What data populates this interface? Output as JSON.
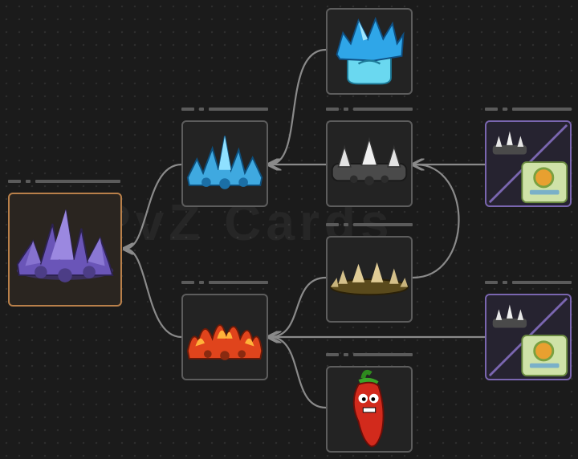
{
  "watermark": "PvZ Cards",
  "colors": {
    "background": "#1b1b1b",
    "card_border": "#5d5d5d",
    "root_border": "#b9804a",
    "combo_border": "#7a66b0",
    "connector": "#8a8a8a"
  },
  "nodes": [
    {
      "id": "amethyst-crown",
      "icon": "amethyst-crystal-crown-icon",
      "kind": "root"
    },
    {
      "id": "ice-crown",
      "icon": "ice-crystal-crown-icon",
      "kind": "normal"
    },
    {
      "id": "fire-crown",
      "icon": "fire-crown-icon",
      "kind": "normal"
    },
    {
      "id": "iceberg-lettuce",
      "icon": "iceberg-lettuce-icon",
      "kind": "normal"
    },
    {
      "id": "iron-spikerock",
      "icon": "iron-spike-crown-icon",
      "kind": "normal"
    },
    {
      "id": "spikeweed",
      "icon": "spikeweed-icon",
      "kind": "normal"
    },
    {
      "id": "jalapeno",
      "icon": "jalapeno-icon",
      "kind": "normal"
    },
    {
      "id": "combo-top",
      "icon": "spike-crown-plus-card-icon",
      "kind": "combo"
    },
    {
      "id": "combo-bottom",
      "icon": "spike-crown-plus-card-icon",
      "kind": "combo"
    }
  ]
}
